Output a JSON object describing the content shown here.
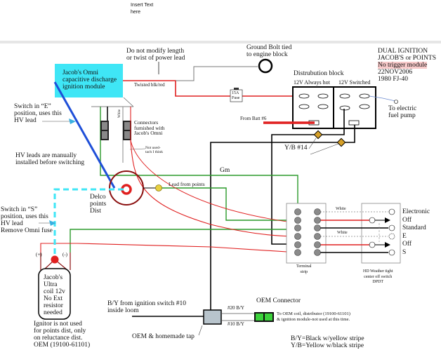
{
  "header": {
    "insert_text": [
      "Insert Text",
      "here"
    ]
  },
  "title_block": {
    "lines": [
      "DUAL IGNITION",
      "JACOB'S or POINTS",
      "No trigger module",
      "22NOV2006",
      "1980 FJ-40"
    ],
    "highlight_color": "#f7c9c9"
  },
  "labels": {
    "omni_module": [
      "Jacob's Omni",
      "capacitive discharge",
      "ignition module"
    ],
    "do_not_modify": [
      "Do not modify length",
      "or twist of power lead"
    ],
    "twisted": "Twisted blk/red",
    "ground_bolt": [
      "Ground Bolt tied",
      "to engine block"
    ],
    "fuse": [
      "15A",
      "Fuse"
    ],
    "dist_block": "Distrubution block",
    "always_hot": "12V Always hot",
    "switched": "12V Switched",
    "fuel_pump": [
      "To electric",
      "fuel pump"
    ],
    "from_batt": "From Batt #6",
    "yb14": "Y/B #14",
    "switch_e": [
      "Switch in “E”",
      "position, uses this",
      "HV lead"
    ],
    "white_small": "White",
    "connectors": [
      "Connectors",
      "furnished with",
      "Jacob's Omni"
    ],
    "not_used": [
      "Not used-",
      "tach I think"
    ],
    "hv_manual": [
      "HV leads are manually",
      "installed before switching"
    ],
    "gm": "Gm",
    "lead_points": "Lead from points",
    "delco": [
      "Delco",
      "points",
      "Dist"
    ],
    "switch_s": [
      "Switch in “S”",
      "position, uses this",
      "HV lead",
      "Remove Omni fuse"
    ],
    "plus": "(+)",
    "minus": "(-)",
    "coil": [
      "Jacob's",
      "Ultra",
      "coil 12v",
      "No Ext",
      "resistor",
      "needed"
    ],
    "ignitor": [
      "Ignitor is not used",
      "for points dist, only",
      "on reluctance dist.",
      "OEM (19100-61101)"
    ],
    "white1": "White",
    "white2": "White",
    "terminal": [
      "Terminal",
      "strip"
    ],
    "switch_box": [
      "HD Weather tight",
      "center off switch",
      "DPDT"
    ],
    "positions": [
      "Electronic",
      "Off",
      "Standard",
      "E",
      "Off",
      "S"
    ],
    "by_from": [
      "B/Y from ignition switch #10",
      "inside loom"
    ],
    "oem_tap": "OEM & homemade tap",
    "b20": "#20 B/Y",
    "b10": "#10 B/Y",
    "oem_connector": "OEM Connector",
    "to_oem": [
      "To OEM coil, distributor (19100-61101)",
      "& ignition module-not used at this time."
    ],
    "legend": [
      "B/Y=Black w/yellow stripe",
      "Y/B=Yellow w/black stripe"
    ]
  },
  "colors": {
    "module": "#3fe6f6",
    "red_wire": "#e02020",
    "green_wire": "#2a9a2a",
    "hv_blue": "#1f4fd8",
    "hv_cyan": "#3fe6f6",
    "dist": "#8b1010"
  }
}
